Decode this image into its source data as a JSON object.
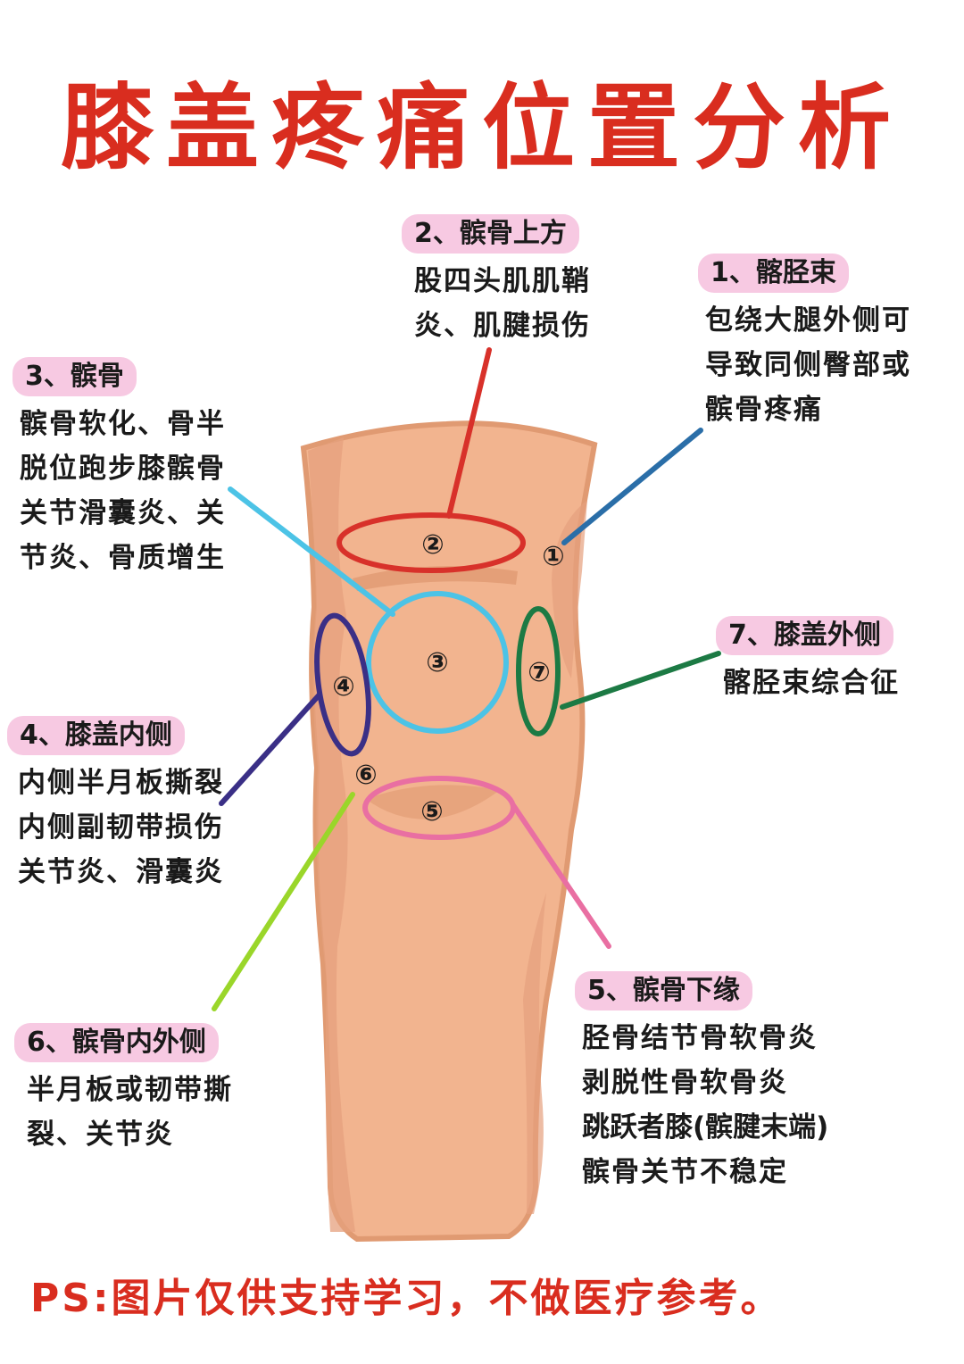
{
  "title": "膝盖疼痛位置分析",
  "colors": {
    "title": "#d92d1f",
    "label_bg": "#f7c9e2",
    "skin": "#f2b48f",
    "skin_shadow": "#e09a72",
    "region1": "#2a6ea8",
    "region2": "#d8312a",
    "region3": "#4cc3e6",
    "region4": "#3a2f86",
    "region5": "#e96fa2",
    "region6": "#9ad62a",
    "region7": "#1c7a44"
  },
  "markers": [
    "①",
    "②",
    "③",
    "④",
    "⑤",
    "⑥",
    "⑦"
  ],
  "regions": {
    "r1": {
      "label": "1、髂胫束",
      "lines": [
        "包绕大腿外侧可",
        "导致同侧臀部或",
        "髌骨疼痛"
      ]
    },
    "r2": {
      "label": "2、髌骨上方",
      "lines": [
        "股四头肌肌鞘",
        "炎、肌腱损伤"
      ]
    },
    "r3": {
      "label": "3、髌骨",
      "lines": [
        "髌骨软化、骨半",
        "脱位跑步膝髌骨",
        "关节滑囊炎、关",
        "节炎、骨质增生"
      ]
    },
    "r4": {
      "label": "4、膝盖内侧",
      "lines": [
        "内侧半月板撕裂",
        "内侧副韧带损伤",
        "关节炎、滑囊炎"
      ]
    },
    "r5": {
      "label": "5、髌骨下缘",
      "lines": [
        "胫骨结节骨软骨炎",
        "剥脱性骨软骨炎",
        "跳跃者膝(髌腱末端)",
        "髌骨关节不稳定"
      ]
    },
    "r6": {
      "label": "6、髌骨内外侧",
      "lines": [
        "半月板或韧带撕",
        "裂、关节炎"
      ]
    },
    "r7": {
      "label": "7、膝盖外侧",
      "lines": [
        "髂胫束综合征"
      ]
    }
  },
  "footer": "PS:图片仅供支持学习，不做医疗参考。"
}
